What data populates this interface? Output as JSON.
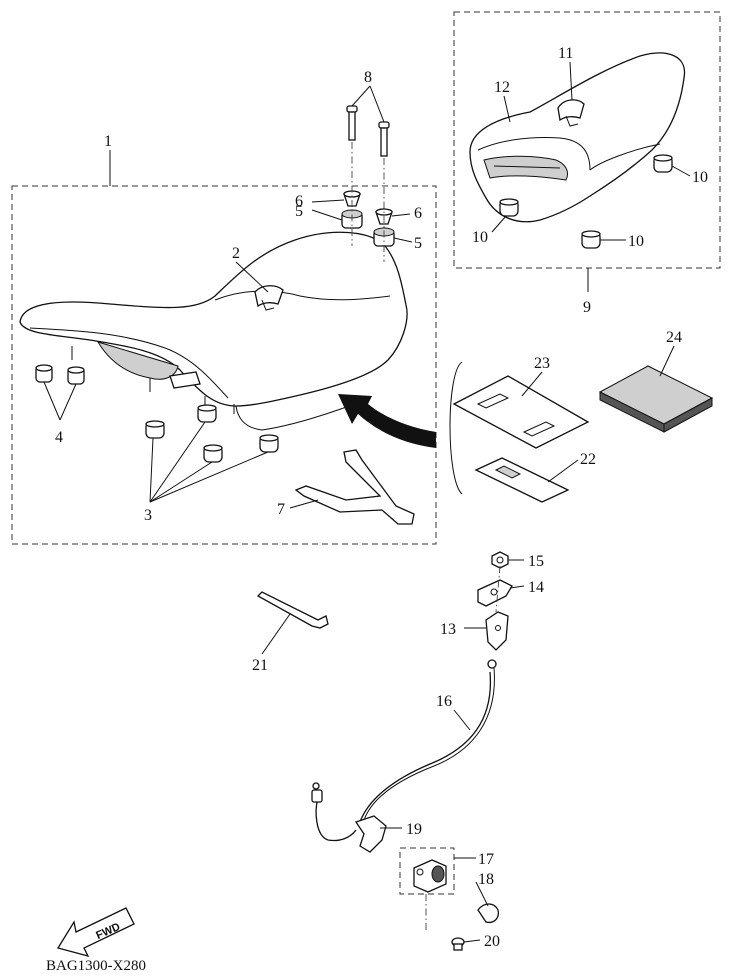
{
  "callouts": {
    "c1": "1",
    "c2": "2",
    "c3": "3",
    "c4": "4",
    "c5a": "5",
    "c5b": "5",
    "c6a": "6",
    "c6b": "6",
    "c7": "7",
    "c8": "8",
    "c9": "9",
    "c10a": "10",
    "c10b": "10",
    "c10c": "10",
    "c11": "11",
    "c12": "12",
    "c13": "13",
    "c14": "14",
    "c15": "15",
    "c16": "16",
    "c17": "17",
    "c18": "18",
    "c19": "19",
    "c20": "20",
    "c21": "21",
    "c22": "22",
    "c23": "23",
    "c24": "24"
  },
  "drawing_code": "BAG1300-X280",
  "fwd_label": "FWD"
}
